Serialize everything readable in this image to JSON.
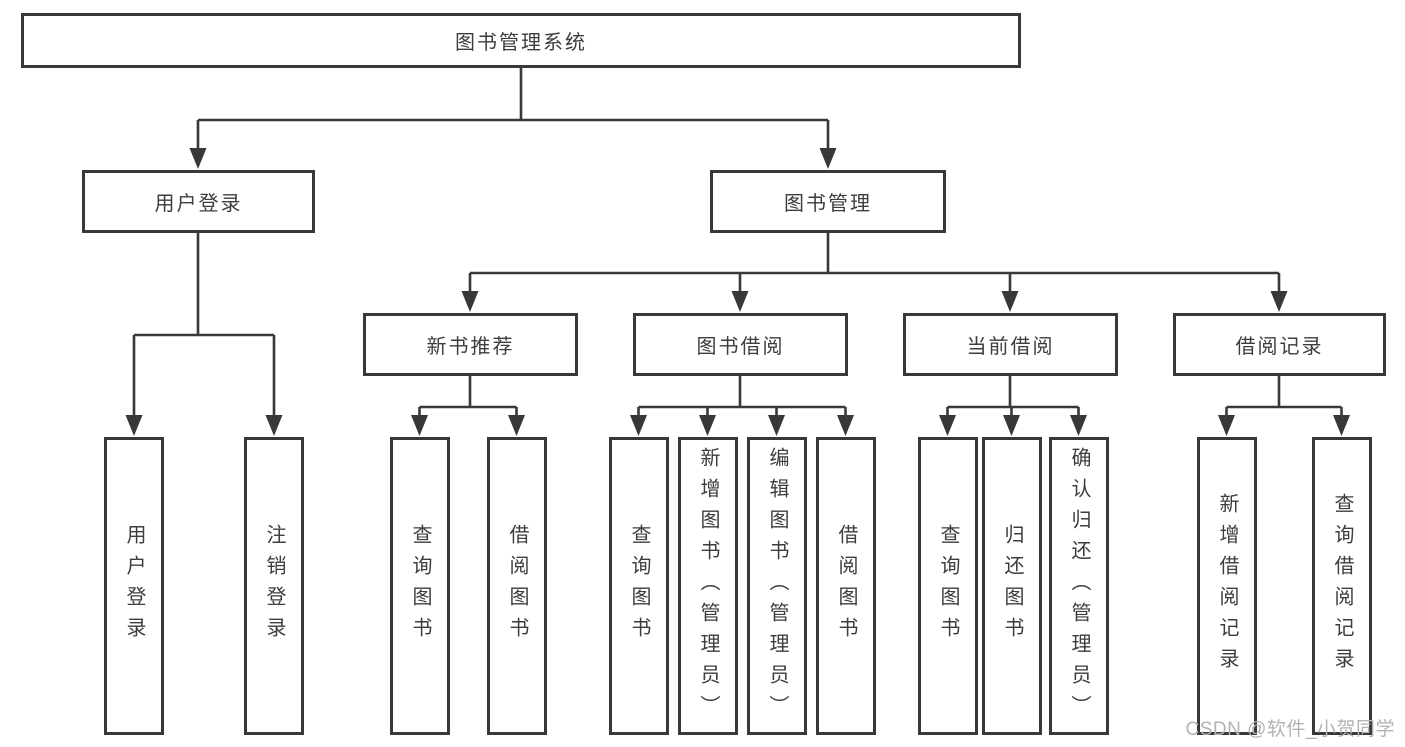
{
  "diagram_type": "hierarchy-tree",
  "tree": {
    "root": {
      "label": "图书管理系统",
      "children": [
        {
          "label": "用户登录",
          "children": [
            {
              "label": "用户登录"
            },
            {
              "label": "注销登录"
            }
          ]
        },
        {
          "label": "图书管理",
          "children": [
            {
              "label": "新书推荐",
              "children": [
                {
                  "label": "查询图书"
                },
                {
                  "label": "借阅图书"
                }
              ]
            },
            {
              "label": "图书借阅",
              "children": [
                {
                  "label": "查询图书"
                },
                {
                  "label": "新增图书（管理员）"
                },
                {
                  "label": "编辑图书（管理员）"
                },
                {
                  "label": "借阅图书"
                }
              ]
            },
            {
              "label": "当前借阅",
              "children": [
                {
                  "label": "查询图书"
                },
                {
                  "label": "归还图书"
                },
                {
                  "label": "确认归还（管理员）"
                }
              ]
            },
            {
              "label": "借阅记录",
              "children": [
                {
                  "label": "新增借阅记录"
                },
                {
                  "label": "查询借阅记录"
                }
              ]
            }
          ]
        }
      ]
    }
  },
  "watermark": "CSDN @软件_小贺同学",
  "colors": {
    "line": "#383838",
    "box_border": "#383838",
    "text": "#3d3d3d",
    "watermark": "#b3b3b3",
    "background": "#ffffff"
  }
}
